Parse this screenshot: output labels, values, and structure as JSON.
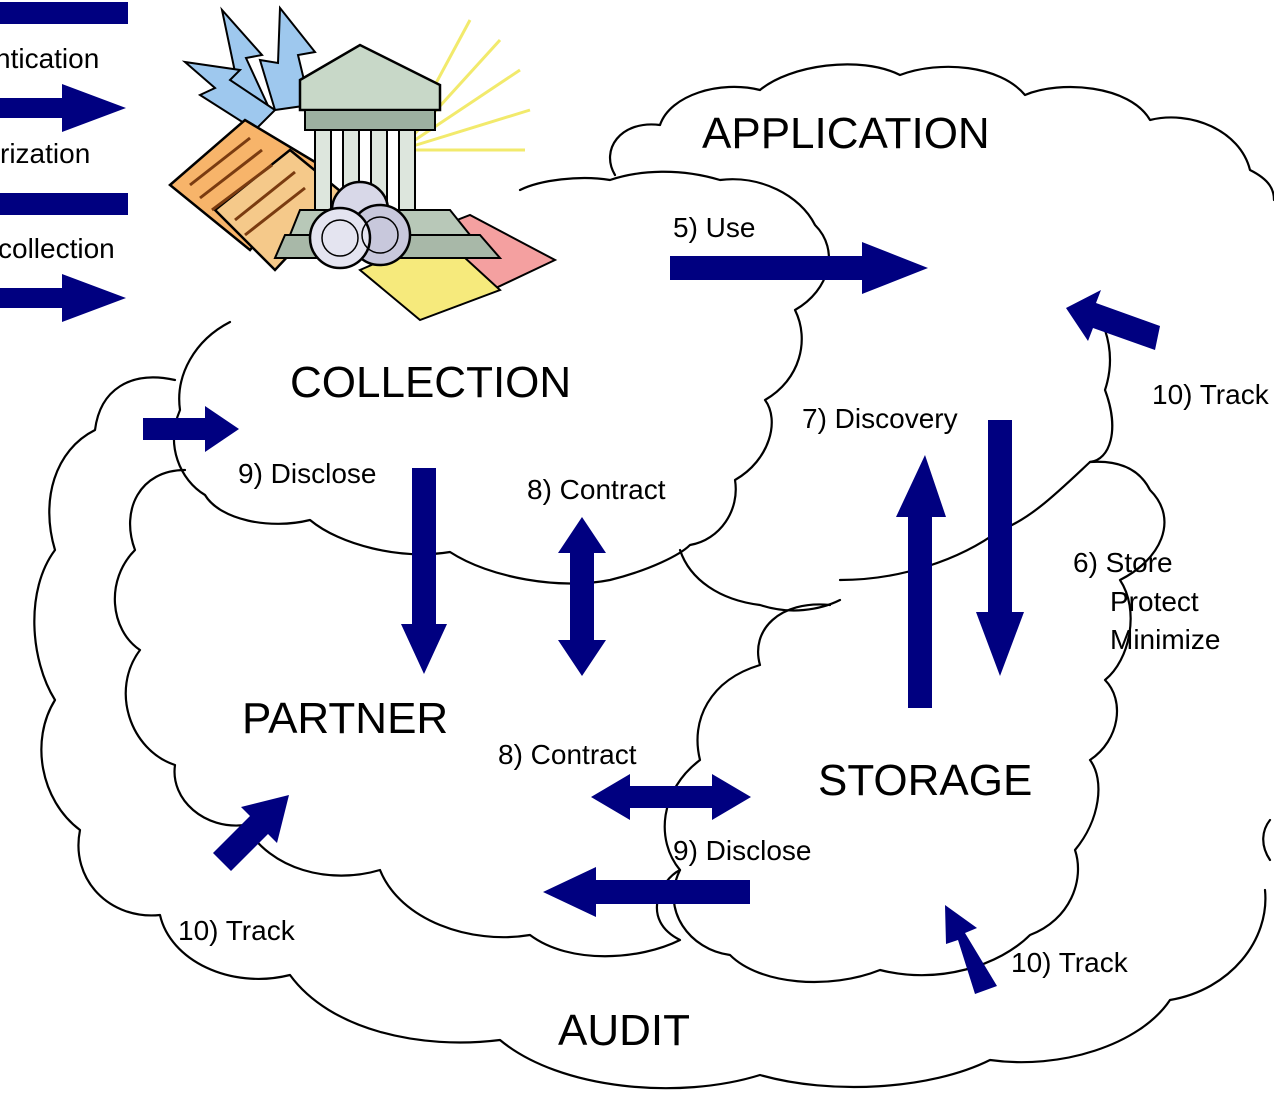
{
  "legend": {
    "items": [
      "ntication",
      "rization",
      "collection"
    ]
  },
  "regions": {
    "application": "APPLICATION",
    "collection": "COLLECTION",
    "partner": "PARTNER",
    "storage": "STORAGE",
    "audit": "AUDIT"
  },
  "labels": {
    "use": "5) Use",
    "track_right": "10) Track",
    "discovery": "7) Discovery",
    "disclose_top": "9) Disclose",
    "contract_top": "8) Contract",
    "store": "6) Store",
    "protect": "Protect",
    "minimize": "Minimize",
    "contract_bottom": "8) Contract",
    "disclose_bottom": "9) Disclose",
    "track_left": "10) Track",
    "track_bottom": "10) Track"
  },
  "colors": {
    "arrow": "#000080",
    "outline": "#000000",
    "background": "#ffffff"
  },
  "icons": {
    "clipart": "bank-building-books-coins-icon"
  }
}
